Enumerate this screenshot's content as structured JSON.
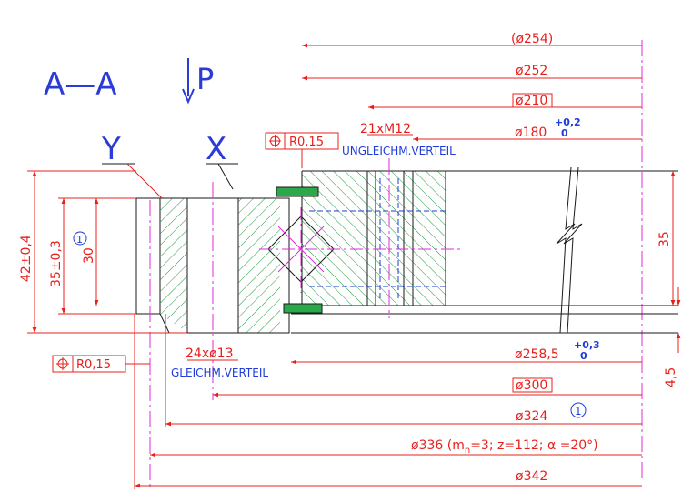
{
  "section": {
    "label": "A—A",
    "load_letter": "P",
    "y_label": "Y",
    "x_label": "X"
  },
  "tolerance_frames": {
    "top_label": "R0,15",
    "bottom_label": "R0,15"
  },
  "right_dims": [
    {
      "id": "d254",
      "label": "(ø254)"
    },
    {
      "id": "d252",
      "label": "ø252"
    },
    {
      "id": "d210",
      "label": "ø210"
    },
    {
      "id": "d180",
      "label": "ø180",
      "tol_upper": "+0,2",
      "tol_lower": "0"
    }
  ],
  "bottom_dims": [
    {
      "id": "d258",
      "label": "ø258,5",
      "tol_upper": "+0,3",
      "tol_lower": "0"
    },
    {
      "id": "d300",
      "label": "ø300"
    },
    {
      "id": "d324",
      "label": "ø324",
      "note": "1"
    },
    {
      "id": "d336",
      "label": "ø336  (m",
      "sub": "n",
      "rest": "=3;  z=112; α =20°)"
    },
    {
      "id": "d342",
      "label": "ø342"
    }
  ],
  "holes": {
    "top_count": "21xM12",
    "top_note": "UNGLEICHM.VERTEIL",
    "bottom_count": "24xø13",
    "bottom_note": "GLEICHM.VERTEIL"
  },
  "left_dims": {
    "total": "42±0,4",
    "inner": "35±0,3",
    "inner_note": "1",
    "small": "30"
  },
  "right_side": {
    "height": "35",
    "gap": "4,5"
  }
}
